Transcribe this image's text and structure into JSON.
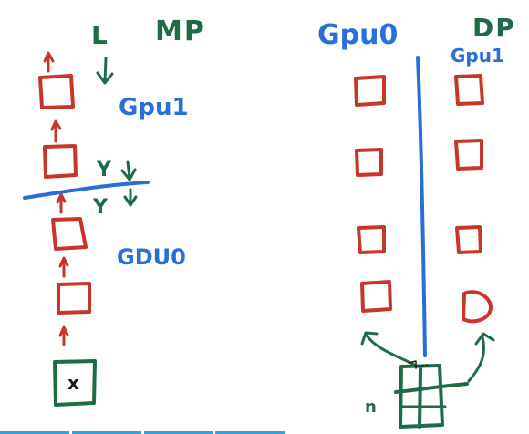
{
  "colors": {
    "red": "#c8352a",
    "green": "#1f6b45",
    "blue": "#2a6fd6",
    "black": "#1a1a1a",
    "bar": "#33a3dd"
  },
  "left": {
    "label_L": "L",
    "label_MP": "MP",
    "label_gpu1": "Gpu1",
    "label_gpu0": "GDU0",
    "label_y1": "Y",
    "label_y2": "Y",
    "input_mark": "x"
  },
  "right": {
    "label_gpu0": "Gpu0",
    "label_DP": "DP",
    "label_gpu1": "Gpu1",
    "label_n": "n"
  }
}
